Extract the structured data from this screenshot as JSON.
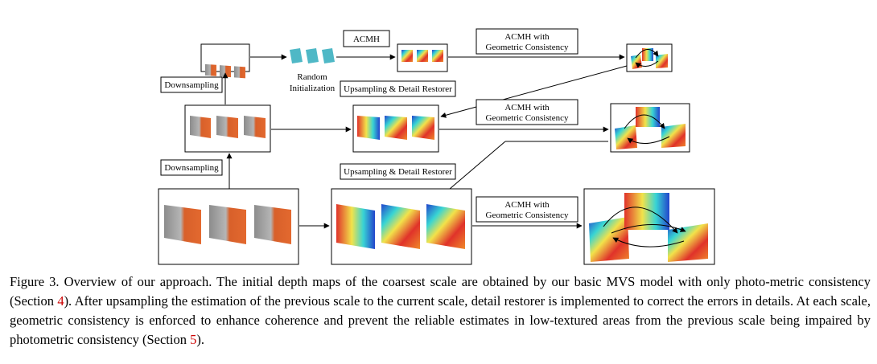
{
  "diagram": {
    "labels": {
      "acmh": "ACMH",
      "acmh_geo": [
        "ACMH with",
        "Geometric Consistency"
      ],
      "random_init": [
        "Random",
        "Initialization"
      ],
      "upsampling": "Upsampling & Detail Restorer",
      "downsampling": "Downsampling"
    },
    "colors": {
      "gray_image": "#9a9a9a",
      "orange_image": "#e0632a",
      "random_init": "#4fb8c6",
      "depth_red": "#e0322a",
      "depth_yellow": "#f2e24a",
      "depth_cyan": "#38d4d4",
      "depth_blue": "#2244cc"
    }
  },
  "caption": {
    "part1": "Figure 3. Overview of our approach. The initial depth maps of the coarsest scale are obtained by our basic MVS model with only photo-metric consistency (Section ",
    "ref1": "4",
    "part2": "). After upsampling the estimation of the previous scale to the current scale, detail restorer is implemented to correct the errors in details. At each scale, geometric consistency is enforced to enhance coherence and prevent the reliable estimates in low-textured areas from the previous scale being impaired by photometric consistency (Section ",
    "ref2": "5",
    "part3": ")."
  }
}
